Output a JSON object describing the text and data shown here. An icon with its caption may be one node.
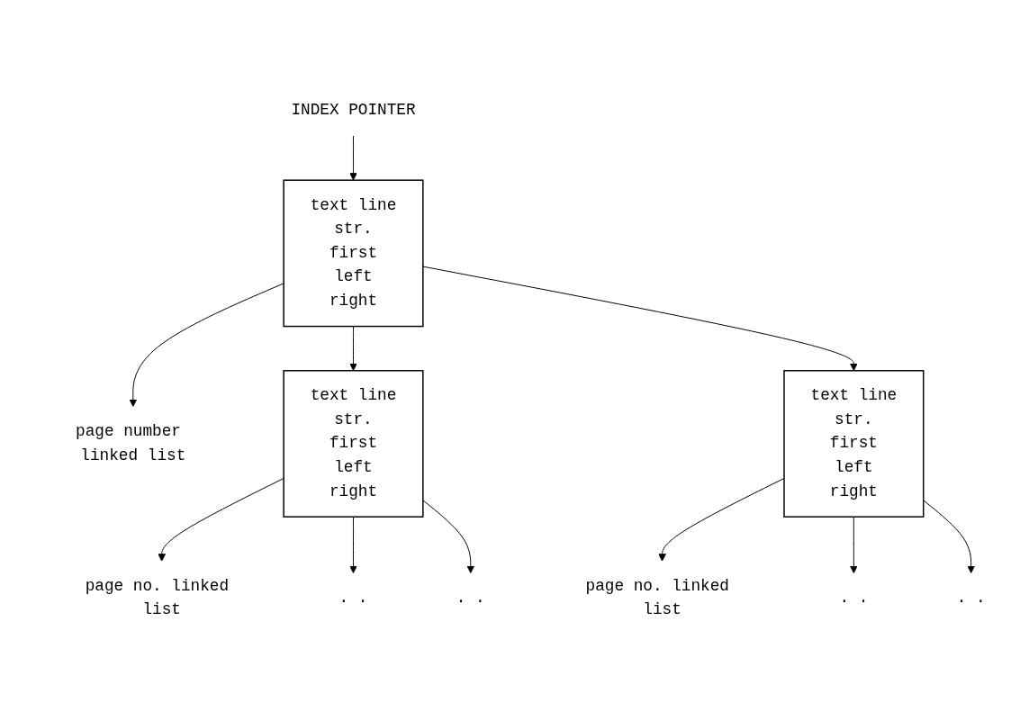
{
  "diagram": {
    "nodes": [
      {
        "text": [
          "INDEX POINTER"
        ]
      },
      {
        "text": [
          "text line",
          "str.",
          "first",
          "left",
          "right"
        ]
      },
      {
        "text": [
          "page number linked list"
        ]
      },
      {
        "text": [
          "text line",
          "str.",
          "first",
          "left",
          "right"
        ]
      },
      {
        "text": [
          "page no. linked list"
        ]
      },
      {
        "text": [
          "text line",
          "str.",
          "first",
          "left",
          "right"
        ]
      },
      {
        "text": [
          "page no. linked list"
        ]
      },
      {
        "text": [
          ". ."
        ]
      },
      {
        "text": [
          ". ."
        ]
      },
      {
        "text": [
          ". ."
        ]
      },
      {
        "text": [
          ". ."
        ]
      }
    ],
    "edges": [
      {
        "from": 0,
        "to": 1,
        "arrow": "to"
      },
      {
        "from": 1,
        "to": 2,
        "arrow": "to"
      },
      {
        "from": 1,
        "to": 3,
        "arrow": "to"
      },
      {
        "from": 1,
        "to": 5,
        "arrow": "to"
      },
      {
        "from": 3,
        "to": 4,
        "arrow": "to"
      },
      {
        "from": 3,
        "to": 7,
        "arrow": "to"
      },
      {
        "from": 3,
        "to": 8,
        "arrow": "to"
      },
      {
        "from": 5,
        "to": 6,
        "arrow": "to"
      },
      {
        "from": 5,
        "to": 9,
        "arrow": "to"
      },
      {
        "from": 5,
        "to": 10,
        "arrow": "to"
      }
    ]
  }
}
